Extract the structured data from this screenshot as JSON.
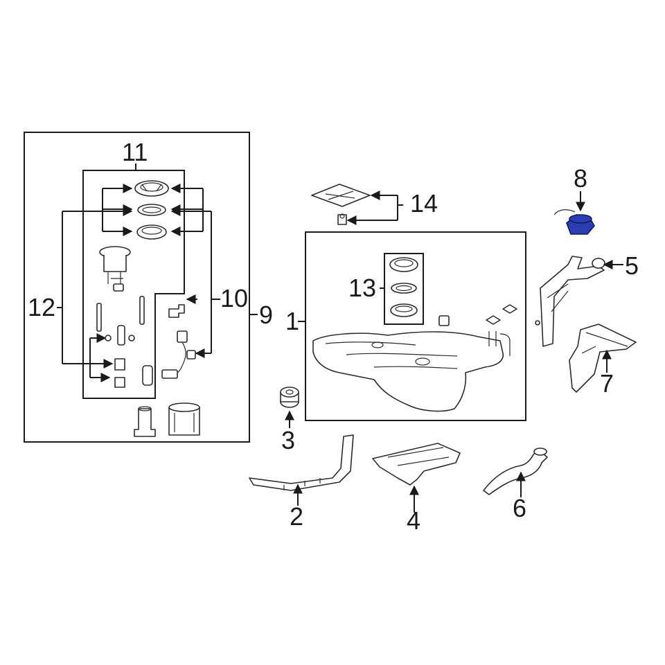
{
  "labels": {
    "n1": "1",
    "n2": "2",
    "n3": "3",
    "n4": "4",
    "n5": "5",
    "n6": "6",
    "n7": "7",
    "n8": "8",
    "n9": "9",
    "n10": "10",
    "n11": "11",
    "n12": "12",
    "n13": "13",
    "n14": "14"
  },
  "highlight": {
    "part": "8",
    "color": "#2b3db0"
  }
}
